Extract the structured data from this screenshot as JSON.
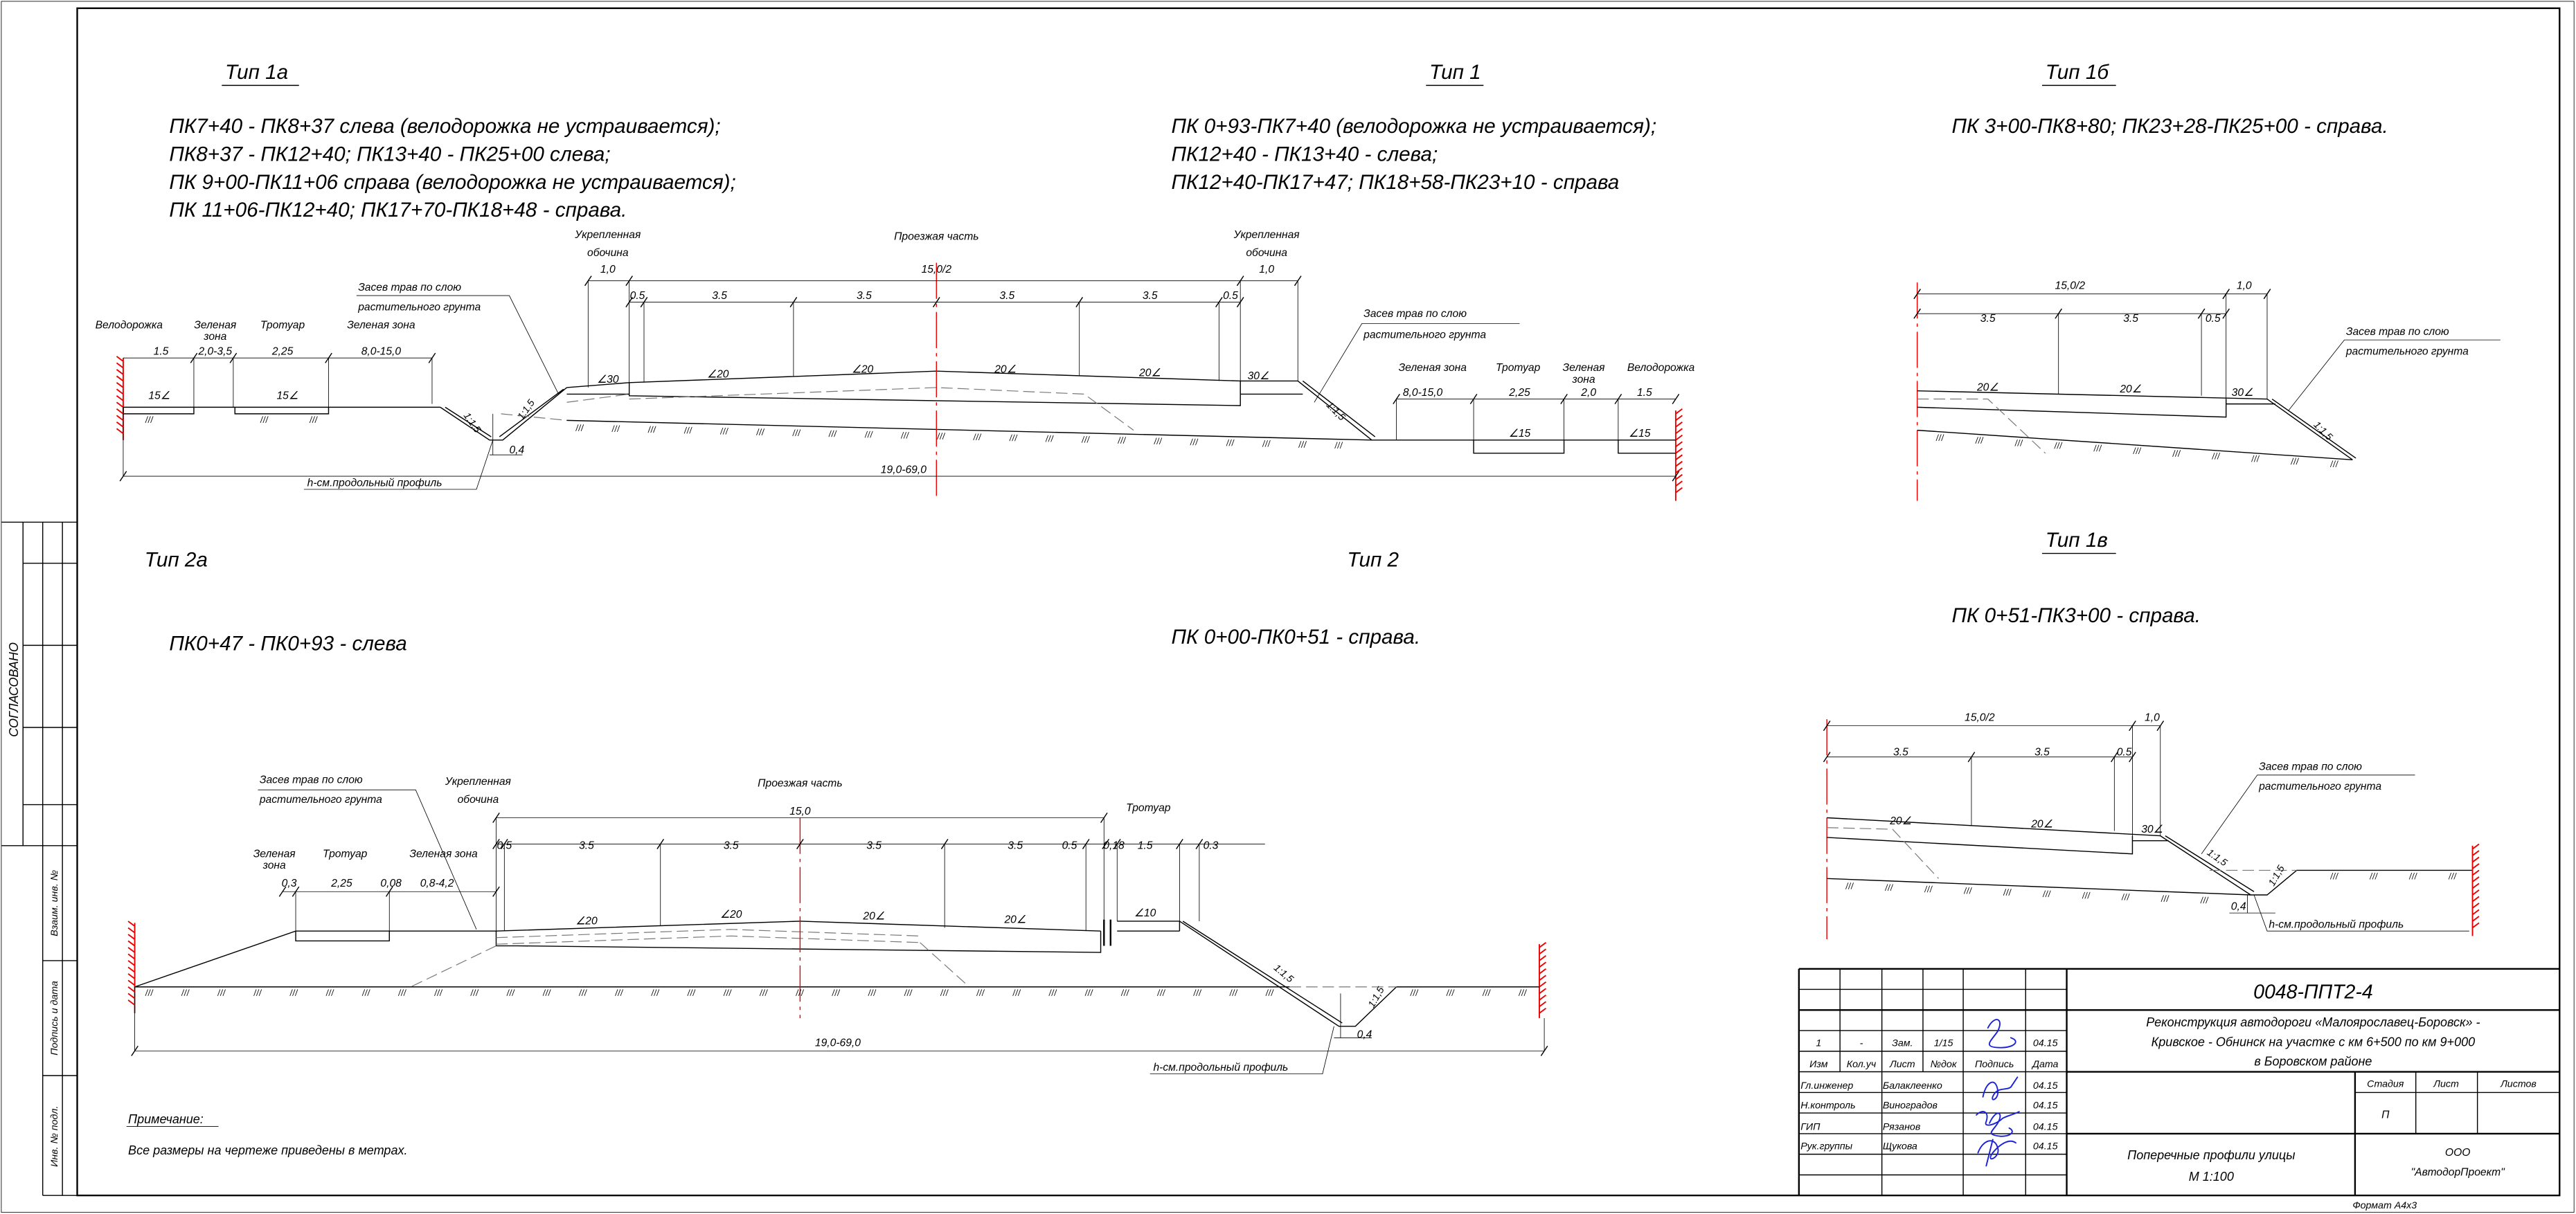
{
  "side_stamp": {
    "agreed": "СОГЛАСОВАНО",
    "inv_replace": "Взаим. инв. №",
    "sign_date": "Подпись и дата",
    "inv_orig": "Инв. № подл."
  },
  "common": {
    "seeding_l1": "Засев трав по слою",
    "seeding_l2": "растительного грунта",
    "shoulder_l1": "Укрепленная",
    "shoulder_l2": "обочина",
    "carriageway": "Проезжая часть",
    "bike": "Велодорожка",
    "green": "Зеленая",
    "zone": "зона",
    "green_zone": "Зеленая зона",
    "sidewalk": "Тротуар",
    "h_note": "h-см.продольный профиль",
    "slope": "1:1,5"
  },
  "profiles": {
    "type_1a": {
      "title": "Тип 1а",
      "ranges": [
        "ПК7+40 - ПК8+37 слева (велодорожка не устраивается);",
        "ПК8+37 - ПК12+40; ПК13+40 - ПК25+00 слева;",
        "ПК 9+00-ПК11+06 справа (велодорожка не устраивается);",
        "ПК 11+06-ПК12+40; ПК17+70-ПК18+48 - справа."
      ]
    },
    "type_1": {
      "title": "Тип 1",
      "ranges": [
        "ПК 0+93-ПК7+40 (велодорожка не устраивается);",
        "ПК12+40 - ПК13+40 - слева;",
        "ПК12+40-ПК17+47; ПК18+58-ПК23+10 - справа"
      ]
    },
    "type_1b": {
      "title": "Тип 1б",
      "ranges": [
        "ПК 3+00-ПК8+80; ПК23+28-ПК25+00 - справа."
      ]
    },
    "type_1v": {
      "title": "Тип 1в",
      "ranges": [
        "ПК 0+51-ПК3+00 - справа."
      ]
    },
    "type_2a": {
      "title": "Тип 2а",
      "ranges": [
        "ПК0+47 - ПК0+93 - слева"
      ]
    },
    "type_2": {
      "title": "Тип 2",
      "ranges": [
        "ПК 0+00-ПК0+51 - справа."
      ]
    }
  },
  "drawing_1": {
    "dims_left": [
      "1.5",
      "2,0-3,5",
      "2,25",
      "8,0-15,0"
    ],
    "dims_right": [
      "8,0-15,0",
      "2,25",
      "2,0",
      "1.5"
    ],
    "shoulder_width": "1,0",
    "half_width": "15,0/2",
    "lanes": [
      "0.5",
      "3.5",
      "3.5",
      "3.5",
      "3.5",
      "0.5"
    ],
    "slopes": [
      "∠30",
      "∠20",
      "∠20",
      "20∠",
      "20∠",
      "30∠"
    ],
    "walk_slopes_left": [
      "15∠",
      "15∠"
    ],
    "walk_slopes_right": [
      "∠15",
      "∠15"
    ],
    "total": "19,0-69,0",
    "ditch_depth": "0,4"
  },
  "drawing_1b": {
    "half_width": "15,0/2",
    "shoulder_width": "1,0",
    "lanes": [
      "3.5",
      "3.5",
      "0.5"
    ],
    "slopes": [
      "20∠",
      "20∠",
      "30∠"
    ]
  },
  "drawing_1v": {
    "half_width": "15,0/2",
    "shoulder_width": "1,0",
    "lanes": [
      "3.5",
      "3.5",
      "0.5"
    ],
    "slopes": [
      "20∠",
      "20∠",
      "30∠"
    ],
    "ditch_depth": "0,4"
  },
  "drawing_2": {
    "carriage_width": "15,0",
    "dims_left": [
      "0,3",
      "2,25",
      "0,08",
      "0,8-4,2"
    ],
    "lanes": [
      "0.5",
      "3.5",
      "3.5",
      "3.5",
      "3.5",
      "0.5",
      "0,18",
      "1.5",
      "0.3"
    ],
    "slopes": [
      "∠20",
      "∠20",
      "20∠",
      "20∠",
      "∠10"
    ],
    "total": "19,0-69,0",
    "ditch_depth": "0,4"
  },
  "note": {
    "heading": "Примечание:",
    "text": "Все размеры на чертеже приведены в метрах."
  },
  "title_block": {
    "doc_code": "0048-ППТ2-4",
    "project": [
      "Реконструкция автодороги «Малоярославец-Боровск» -",
      "Кривское - Обнинск на участке с км 6+500 по км 9+000",
      "в Боровском районе"
    ],
    "change_row": {
      "num": "1",
      "count": "-",
      "sheet": "Зам.",
      "doc": "1/15",
      "date": "04.15"
    },
    "headers": [
      "Изм",
      "Кол.уч",
      "Лист",
      "№док",
      "Подпись",
      "Дата"
    ],
    "signers": [
      {
        "role": "Гл.инженер",
        "name": "Балаклеенко",
        "date": "04.15"
      },
      {
        "role": "Н.контроль",
        "name": "Виноградов",
        "date": "04.15"
      },
      {
        "role": "ГИП",
        "name": "Рязанов",
        "date": "04.15"
      },
      {
        "role": "Рук.группы",
        "name": "Щукова",
        "date": "04.15"
      }
    ],
    "stage_header": "Стадия",
    "sheet_header": "Лист",
    "sheets_header": "Листов",
    "stage": "П",
    "sheet_title": [
      "Поперечные профили улицы",
      "М 1:100"
    ],
    "org": [
      "ООО",
      "\"АвтодорПроект\""
    ],
    "format": "Формат А4х3",
    "ink_color": "#1a22d8"
  }
}
